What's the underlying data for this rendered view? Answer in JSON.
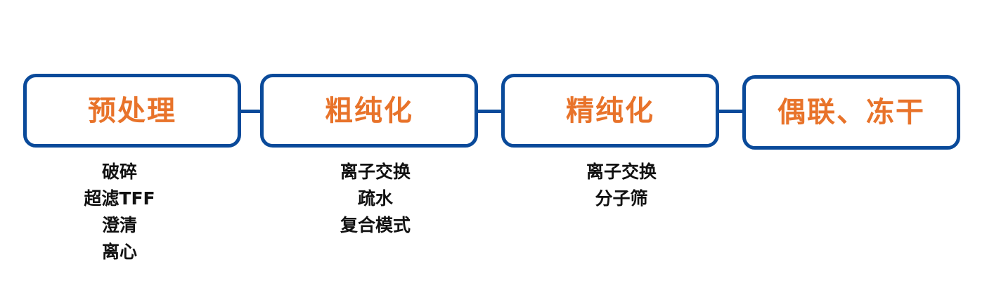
{
  "colors": {
    "box_border": "#0a4a9a",
    "step_title": "#e8732a",
    "substep_text": "#111111"
  },
  "steps": [
    {
      "title": "预处理",
      "substeps": [
        "破碎",
        "超滤TFF",
        "澄清",
        "离心"
      ]
    },
    {
      "title": "粗纯化",
      "substeps": [
        "离子交换",
        "疏水",
        "复合模式"
      ]
    },
    {
      "title": "精纯化",
      "substeps": [
        "离子交换",
        "分子筛"
      ]
    },
    {
      "title": "偶联、冻干",
      "substeps": []
    }
  ]
}
